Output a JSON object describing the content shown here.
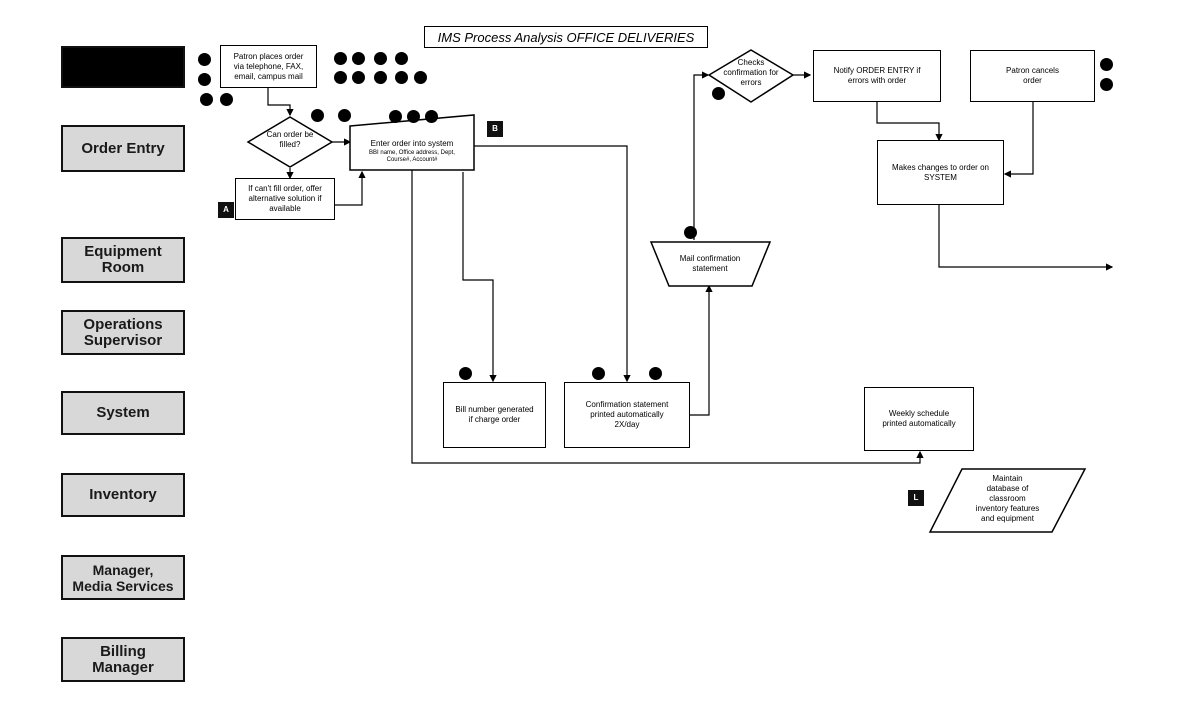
{
  "title": "IMS Process Analysis OFFICE DELIVERIES",
  "lanes": [
    "",
    "Order Entry",
    "Equipment\nRoom",
    "Operations\nSupervisor",
    "System",
    "Inventory",
    "Manager,\nMedia Services",
    "Billing\nManager"
  ],
  "nodes": {
    "patron_places_order": "Patron places order\nvia telephone, FAX,\nemail, campus mail",
    "can_order_be_filled": "Can order be\nfilled?",
    "cant_fill_order": "If can't fill order, offer\nalternative solution if\navailable",
    "enter_order": "Enter order into system",
    "enter_order_sub": "BBI name, Office address, Dept,\nCourse#, Account#",
    "checks_confirmation": "Checks\nconfirmation for\nerrors",
    "notify_order_entry": "Notify ORDER ENTRY if\nerrors with order",
    "patron_cancels": "Patron cancels\norder",
    "makes_changes": "Makes changes to order on\nSYSTEM",
    "mail_confirmation": "Mail confirmation\nstatement",
    "bill_number": "Bill number generated\nif charge order",
    "confirmation_printed": "Confirmation statement\nprinted automatically\n2X/day",
    "weekly_schedule": "Weekly schedule\nprinted automatically",
    "maintain_database": "Maintain\ndatabase of\nclassroom\ninventory features\nand equipment"
  },
  "markers": {
    "sq_a": "A",
    "sq_b": "B",
    "sq_l": "L"
  }
}
